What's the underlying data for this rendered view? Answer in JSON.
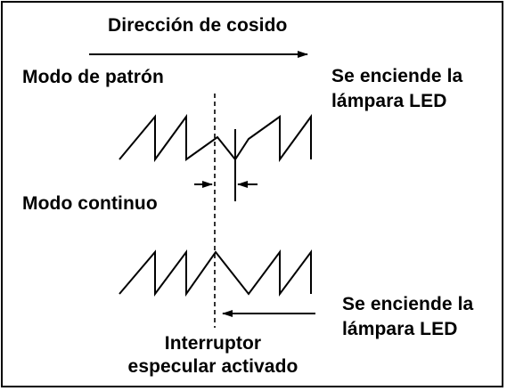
{
  "labels": {
    "sewing_direction": "Dirección de cosido",
    "pattern_mode": "Modo de patrón",
    "led_on_top_line1": "Se enciende la",
    "led_on_top_line2": "lámpara LED",
    "continuous_mode": "Modo continuo",
    "led_on_bottom_line1": "Se enciende la",
    "led_on_bottom_line2": "lámpara LED",
    "mirror_switch_line1": "Interruptor",
    "mirror_switch_line2": "especular activado"
  },
  "colors": {
    "ink": "#000000",
    "background": "#ffffff"
  }
}
